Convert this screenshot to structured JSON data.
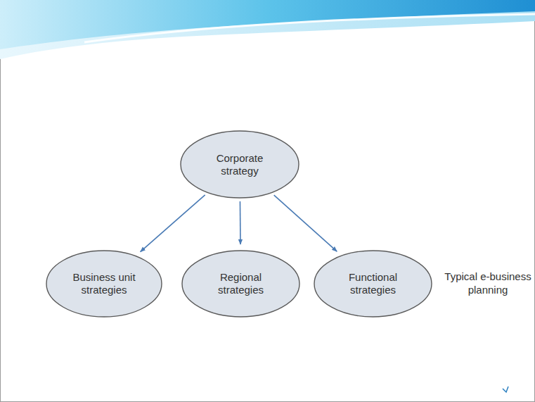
{
  "diagram": {
    "nodes": [
      {
        "text": [
          "Corporate strategy"
        ]
      },
      {
        "text": [
          "Business unit strategies"
        ]
      },
      {
        "text": [
          "Regional strategies"
        ]
      },
      {
        "text": [
          "Functional strategies"
        ]
      }
    ],
    "edges": [
      {
        "from": 0,
        "to": 1,
        "arrow": "to"
      },
      {
        "from": 0,
        "to": 2,
        "arrow": "to"
      },
      {
        "from": 0,
        "to": 3,
        "arrow": "to"
      }
    ],
    "labels": [
      "Typical e-business planning"
    ]
  }
}
